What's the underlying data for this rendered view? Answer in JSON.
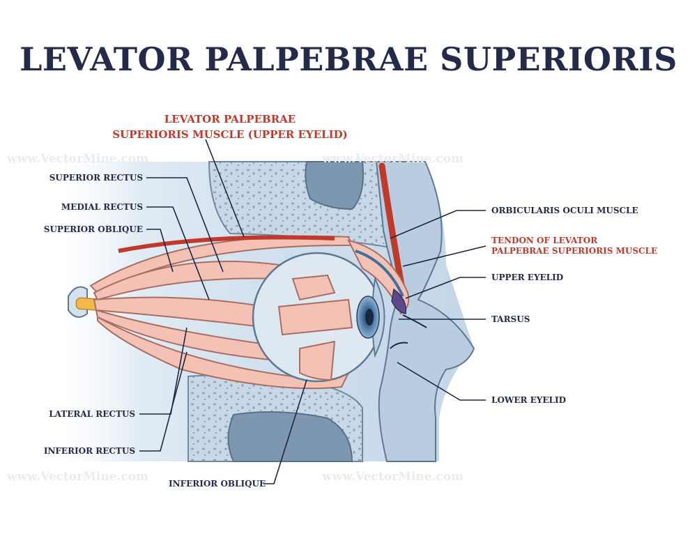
{
  "title": "LEVATOR PALPEBRAE SUPERIORIS",
  "top_label": {
    "line1": "LEVATOR PALPEBRAE",
    "line2": "SUPERIORIS MUSCLE (UPPER EYELID)"
  },
  "labels": {
    "superior_rectus": "SUPERIOR RECTUS",
    "medial_rectus": "MEDIAL RECTUS",
    "superior_oblique": "SUPERIOR OBLIQUE",
    "lateral_rectus": "LATERAL RECTUS",
    "inferior_rectus": "INFERIOR RECTUS",
    "inferior_oblique": "INFERIOR OBLIQUE",
    "orbicularis_oculi": "ORBICULARIS OCULI MUSCLE",
    "tendon_line1": "TENDON OF LEVATOR",
    "tendon_line2": "PALPEBRAE SUPERIORIS MUSCLE",
    "upper_eyelid": "UPPER EYELID",
    "tarsus": "TARSUS",
    "lower_eyelid": "LOWER EYELID"
  },
  "watermark": "www.VectorMine.com",
  "colors": {
    "title": "#242a4a",
    "highlight": "#c0392b",
    "muscle": "#f4c2b5",
    "bone": "#a9bfd2",
    "tissue": "#d3e2ee"
  }
}
